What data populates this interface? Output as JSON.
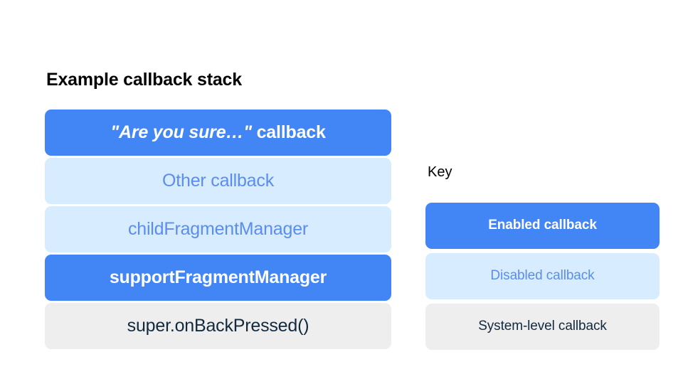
{
  "stack": {
    "title": "Example callback stack",
    "items": [
      {
        "quoted_text": "\"Are you sure…\"",
        "trailing_text": " callback",
        "state": "enabled"
      },
      {
        "label": "Other callback",
        "state": "disabled"
      },
      {
        "label": "childFragmentManager",
        "state": "disabled"
      },
      {
        "label": "supportFragmentManager",
        "state": "enabled"
      },
      {
        "label": "super.onBackPressed()",
        "state": "system"
      }
    ]
  },
  "key": {
    "title": "Key",
    "items": [
      {
        "label": "Enabled callback",
        "state": "enabled"
      },
      {
        "label": "Disabled callback",
        "state": "disabled"
      },
      {
        "label": "System-level callback",
        "state": "system"
      }
    ]
  },
  "colors": {
    "enabled_fill": "#4285f4",
    "enabled_text": "#ffffff",
    "disabled_fill": "#d7ecfe",
    "disabled_text": "#5b8def",
    "system_fill": "#eeeeee",
    "system_text": "#13293d",
    "background": "#ffffff",
    "heading_text": "#000000"
  }
}
